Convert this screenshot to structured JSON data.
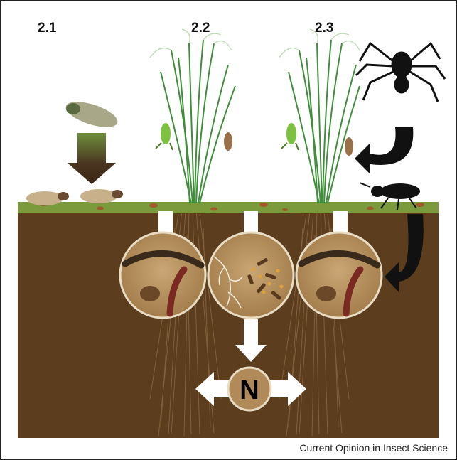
{
  "panels": [
    {
      "label": "2.1"
    },
    {
      "label": "2.2"
    },
    {
      "label": "2.3"
    }
  ],
  "nutrient_label": "N",
  "footer": "Current Opinion in Insect Science",
  "colors": {
    "soil": "#5c3d1e",
    "soil_light": "#6e4a26",
    "grass": "#3f8f3a",
    "grass_pale": "#b8d8b0",
    "litter": "#7a9a3c",
    "circle_fill": "#b08a58",
    "arrow_white": "#ffffff",
    "arrow_dark": "#3a2414",
    "predator": "#111111"
  },
  "icons": [
    "leafhopper-icon",
    "spider-icon",
    "ground-beetle-icon",
    "grasshopper-icon",
    "millipede-icon",
    "mite-icon",
    "springtail-icon",
    "fungal-hyphae-icon",
    "frass-icon"
  ]
}
